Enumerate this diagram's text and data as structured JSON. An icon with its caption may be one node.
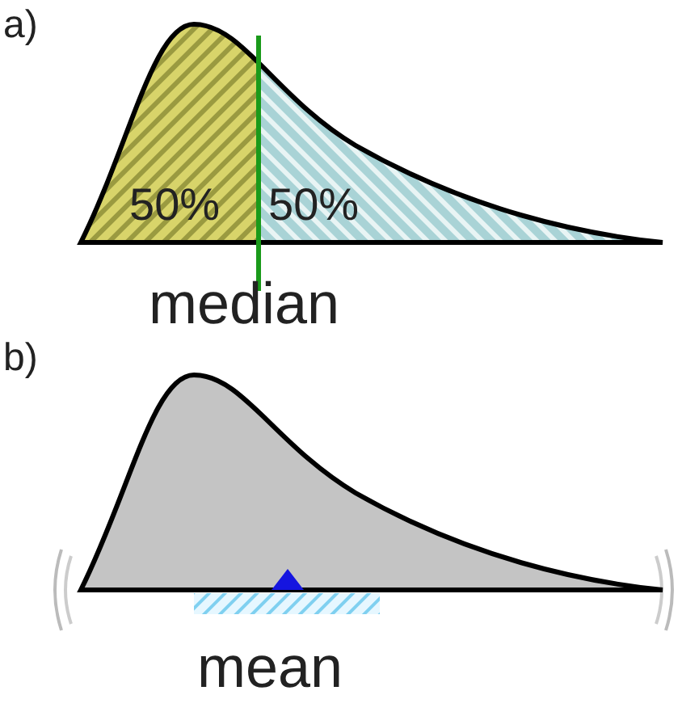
{
  "diagram": {
    "labels": [
      "a)",
      "50%",
      "50%",
      "median",
      "b)",
      "mean"
    ]
  }
}
